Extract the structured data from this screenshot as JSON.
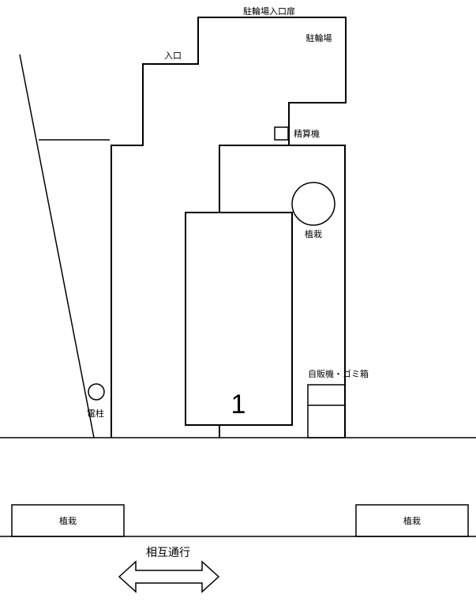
{
  "map": {
    "entrance_door_label": "駐輪場入口扉",
    "bicycle_parking_label": "駐輪場",
    "entrance_label": "入口",
    "payment_machine_label": "精算機",
    "planting_label": "植栽",
    "vending_trash_label": "自販機・ゴミ箱",
    "utility_pole_label": "電柱",
    "space_number": "1",
    "sidewalk_planting_left_label": "植栽",
    "sidewalk_planting_right_label": "植栽",
    "two_way_traffic_label": "相互通行"
  }
}
